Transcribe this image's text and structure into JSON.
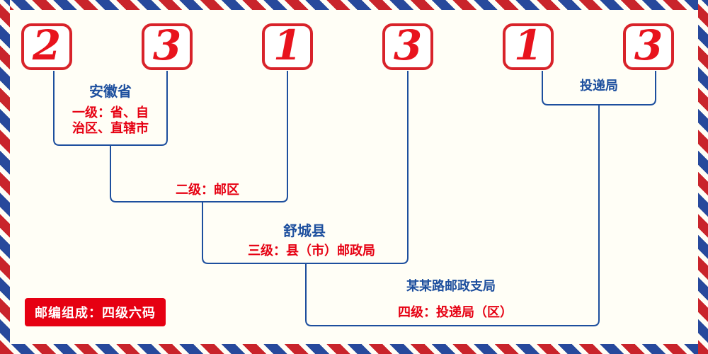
{
  "postal_code": {
    "digits": [
      "2",
      "3",
      "1",
      "3",
      "1",
      "3"
    ]
  },
  "levels": {
    "level1": {
      "place": "安徽省",
      "desc_line1": "一级：省、自",
      "desc_line2": "治区、直辖市"
    },
    "level2": {
      "desc": "二级：邮区"
    },
    "level3": {
      "place": "舒城县",
      "desc": "三级：县（市）邮政局"
    },
    "level4": {
      "place": "某某路邮政支局",
      "desc": "四级：投递局（区）"
    },
    "delivery": {
      "label": "投递局"
    }
  },
  "footer": {
    "badge": "邮编组成：四级六码"
  },
  "colors": {
    "digit_red": "#e8131d",
    "accent_red": "#e60012",
    "line_blue": "#1d4f9e",
    "stripe_red": "#c9242b",
    "stripe_blue": "#27499c",
    "background": "#fffef6"
  }
}
